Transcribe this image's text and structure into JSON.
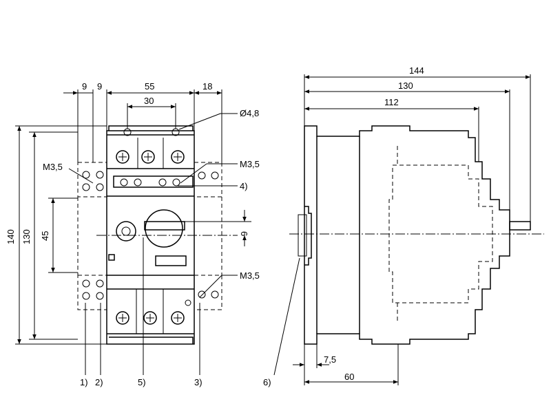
{
  "front_view": {
    "dimensions": {
      "terminal_offset_1": "9",
      "terminal_offset_2": "9",
      "width": "55",
      "side_offset": "18",
      "hole_spacing": "30",
      "hole_diameter": "Ø4,8",
      "total_height": "140",
      "body_height": "130",
      "hole_vertical_spacing": "45",
      "handle_offset": "6"
    },
    "labels": {
      "screw_left_top": "M3,5",
      "screw_right_top": "M3,5",
      "screw_right_bottom": "M3,5",
      "callout_4": "4)"
    },
    "callouts_bottom": [
      "1)",
      "2)",
      "5)",
      "3)"
    ]
  },
  "side_view": {
    "dimensions": {
      "depth_total": "144",
      "depth_130": "130",
      "depth_112": "112",
      "rail_offset": "7,5",
      "base_depth": "60"
    },
    "callout_6": "6)"
  }
}
